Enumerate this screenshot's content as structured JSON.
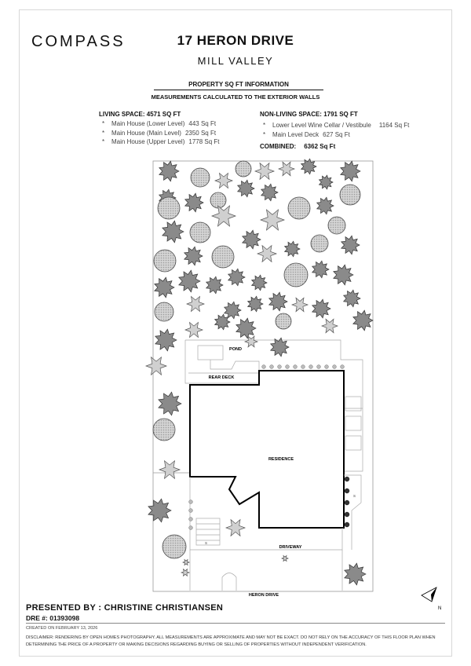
{
  "brand": "COMPASS",
  "address": "17 HERON DRIVE",
  "city": "MILL VALLEY",
  "info": {
    "heading": "PROPERTY SQ FT INFORMATION",
    "subheading": "MEASUREMENTS CALCULATED TO THE EXTERIOR WALLS"
  },
  "living": {
    "title": "LIVING SPACE: 4571 SQ FT",
    "items": [
      {
        "label": "Main House (Lower Level)",
        "value": "443 Sq Ft"
      },
      {
        "label": "Main House (Main Level)",
        "value": "2350 Sq Ft"
      },
      {
        "label": "Main House (Upper Level)",
        "value": "1778 Sq Ft"
      }
    ]
  },
  "nonliving": {
    "title": "NON-LIVING SPACE: 1791 SQ FT",
    "items": [
      {
        "label": "Lower Level Wine Cellar / Vestibule",
        "value": "1164 Sq Ft"
      },
      {
        "label": "Main Level Deck",
        "value": "627 Sq Ft"
      }
    ]
  },
  "combined": {
    "label": "COMBINED:",
    "value": "6362  Sq Ft"
  },
  "plan_labels": {
    "pond": "POND",
    "rear_deck": "REAR DECK",
    "residence": "RESIDENCE",
    "driveway": "DRIVEWAY",
    "street": "HERON DRIVE",
    "north": "N",
    "mark_s": "S"
  },
  "footer": {
    "presented_by": "PRESENTED BY : CHRISTINE CHRISTIANSEN",
    "dre": "DRE #: 01393098",
    "created": "CREATED ON FEBRUARY 13, 2026",
    "disclaimer": "DISCLAIMER: RENDERING BY OPEN HOMES PHOTOGRAPHY. ALL MEASUREMENTS ARE APPROXIMATE AND MAY NOT BE EXACT. DO NOT RELY ON THE ACCURACY OF THIS FLOOR PLAN WHEN DETERMINING THE PRICE OF A PROPERTY OR MAKING DECISIONS REGARDING BUYING OR SELLING OF PROPERTIES WITHOUT INDEPENDENT VERIFICATION."
  }
}
